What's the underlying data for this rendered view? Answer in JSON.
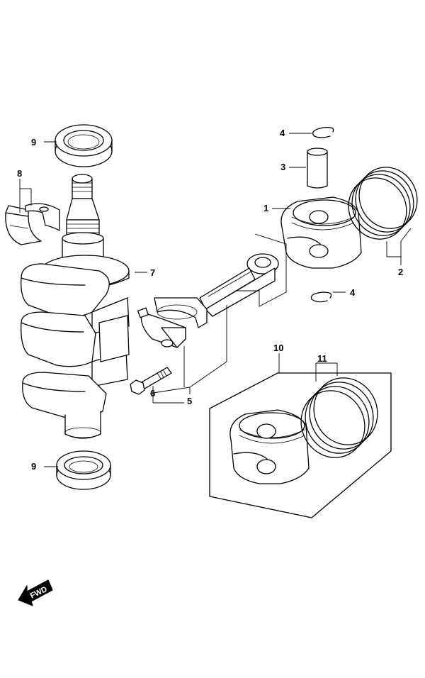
{
  "callouts": {
    "c1": "1",
    "c2": "2",
    "c3": "3",
    "c4a": "4",
    "c4b": "4",
    "c5": "5",
    "c6": "6",
    "c7": "7",
    "c8": "8",
    "c9a": "9",
    "c9b": "9",
    "c10": "10",
    "c11": "11"
  },
  "fwd_label": "FWD",
  "icons": [
    "fwd-arrow-icon"
  ]
}
